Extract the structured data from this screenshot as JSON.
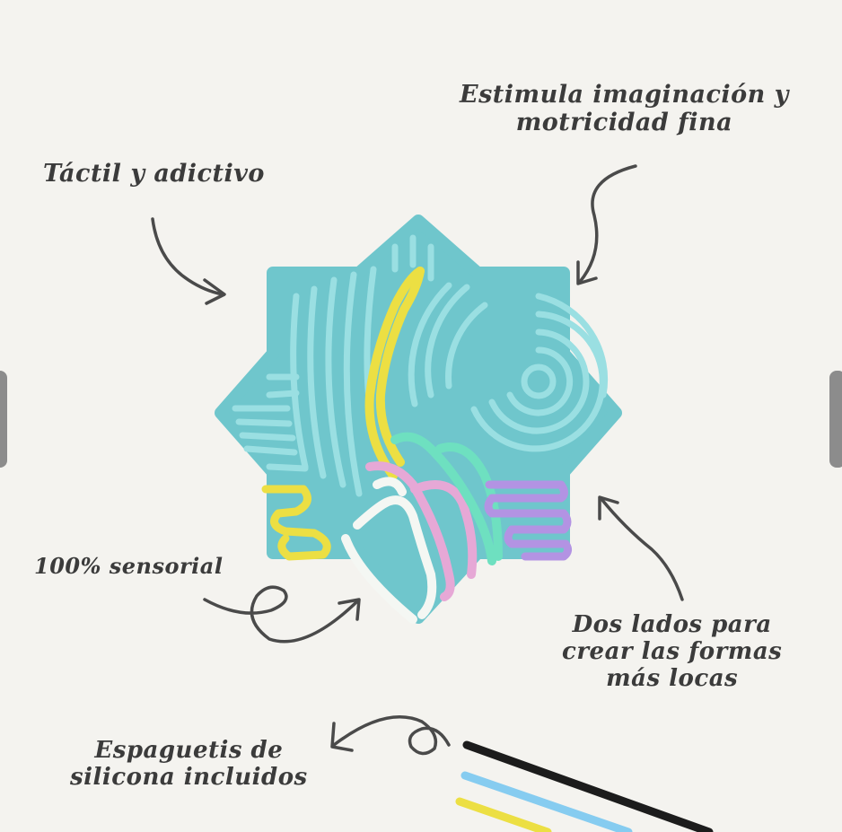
{
  "labels": {
    "estimula": {
      "line1": "Estimula imaginación y",
      "line2": "motricidad fina"
    },
    "tactil": "Táctil y adictivo",
    "sensorial": "100% sensorial",
    "dos_lados": {
      "line1": "Dos lados para",
      "line2": "crear las formas",
      "line3": "más locas"
    },
    "espaguetis": {
      "line1": "Espaguetis de",
      "line2": "silicona incluidos"
    }
  },
  "colors": {
    "background": "#f4f3ef",
    "mat": "#6fc6cc",
    "mat_ridge": "#9adfe2",
    "yellow": "#ecdf43",
    "pink": "#e6a8d6",
    "white": "#f4f7f3",
    "mint": "#6ee0c0",
    "purple": "#b393e3",
    "black": "#1c1c1c",
    "blue": "#86ccf0",
    "text": "#3b3b3b"
  }
}
